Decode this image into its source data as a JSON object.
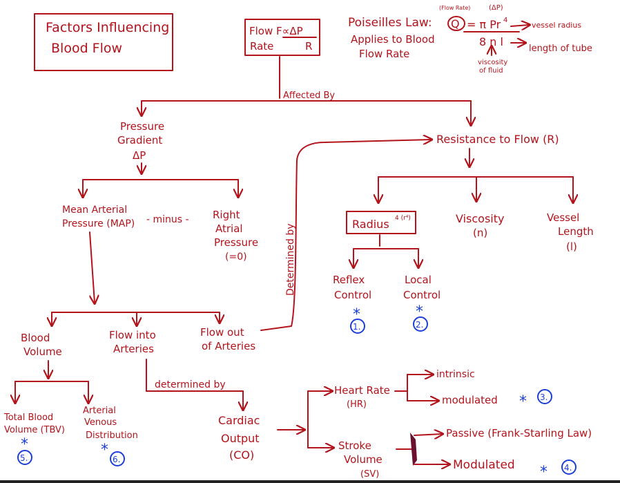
{
  "title": {
    "line1": "Factors Influencing",
    "line2": "Blood Flow"
  },
  "flow_box": {
    "line1": "Flow F∝ΔP",
    "line2": "Rate",
    "denominator": "R"
  },
  "poiseuille": {
    "title": "Poiseilles Law:",
    "subtitle1": "Applies to Blood",
    "subtitle2": "Flow Rate",
    "q_label": "Q",
    "q_annot": "(Flow Rate)",
    "numerator": "= π Pr",
    "power": "4",
    "dp_annot": "(ΔP)",
    "denominator": "8 n l",
    "vessel_radius": "vessel radius",
    "length_tube": "length of tube",
    "viscosity_line1": "viscosity",
    "viscosity_line2": "of fluid"
  },
  "affected_by": "Affected By",
  "pressure": {
    "line1": "Pressure",
    "line2": "Gradient",
    "line3": "ΔP"
  },
  "resistance": "Resistance to Flow (R)",
  "map": {
    "line1": "Mean Arterial",
    "line2": "Pressure (MAP)"
  },
  "minus": "- minus -",
  "rap": {
    "line1": "Right",
    "line2": "Atrial",
    "line3": "Pressure",
    "line4": "(=0)"
  },
  "determined_by_vertical": "Determined by",
  "radius": "Radius",
  "radius_power": "4 (r⁴)",
  "viscosity": {
    "line1": "Viscosity",
    "line2": "(n)"
  },
  "vessel_length": {
    "line1": "Vessel",
    "line2": "Length",
    "line3": "(l)"
  },
  "reflex": {
    "line1": "Reflex",
    "line2": "Control"
  },
  "local": {
    "line1": "Local",
    "line2": "Control"
  },
  "blood_volume": {
    "line1": "Blood",
    "line2": "Volume"
  },
  "flow_into": {
    "line1": "Flow into",
    "line2": "Arteries"
  },
  "flow_out": {
    "line1": "Flow out",
    "line2": "of Arteries"
  },
  "tbv": {
    "line1": "Total Blood",
    "line2": "Volume (TBV)"
  },
  "avd": {
    "line1": "Arterial",
    "line2": "Venous",
    "line3": "Distribution"
  },
  "determined_by_horizontal": "determined by",
  "cardiac_output": {
    "line1": "Cardiac",
    "line2": "Output",
    "line3": "(CO)"
  },
  "heart_rate": {
    "line1": "Heart Rate",
    "line2": "(HR)"
  },
  "stroke_volume": {
    "line1": "Stroke",
    "line2": "Volume",
    "line3": "(SV)"
  },
  "intrinsic": "intrinsic",
  "modulated_hr": "modulated",
  "passive": "Passive (Frank-Starling Law)",
  "modulated_sv": "Modulated",
  "markers": {
    "star": "*",
    "m1": "1.",
    "m2": "2.",
    "m3": "3.",
    "m4": "4.",
    "m5": "5.",
    "m6": "6."
  },
  "colors": {
    "ink": "#b3131b",
    "marker": "#1b3fd6"
  }
}
